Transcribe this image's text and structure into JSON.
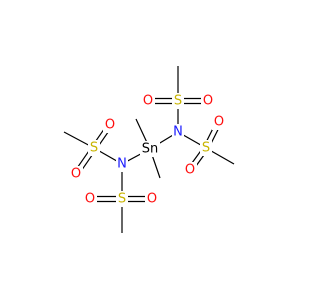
{
  "molecule": {
    "atoms": {
      "sn": {
        "label": "Sn",
        "color": "#000000"
      },
      "n_right": {
        "label": "N",
        "color": "#1a1aff"
      },
      "n_left": {
        "label": "N",
        "color": "#1a1aff"
      },
      "s_top": {
        "label": "S",
        "color": "#c8b400"
      },
      "s_right": {
        "label": "S",
        "color": "#c8b400"
      },
      "s_left": {
        "label": "S",
        "color": "#c8b400"
      },
      "s_bottom": {
        "label": "S",
        "color": "#c8b400"
      },
      "o_top_left": {
        "label": "O",
        "color": "#ff0d0d"
      },
      "o_top_right": {
        "label": "O",
        "color": "#ff0d0d"
      },
      "o_right_upper": {
        "label": "O",
        "color": "#ff0d0d"
      },
      "o_right_lower": {
        "label": "O",
        "color": "#ff0d0d"
      },
      "o_left_upper": {
        "label": "O",
        "color": "#ff0d0d"
      },
      "o_left_lower": {
        "label": "O",
        "color": "#ff0d0d"
      },
      "o_bottom_left": {
        "label": "O",
        "color": "#ff0d0d"
      },
      "o_bottom_right": {
        "label": "O",
        "color": "#ff0d0d"
      }
    },
    "bond_color": "#000000"
  }
}
